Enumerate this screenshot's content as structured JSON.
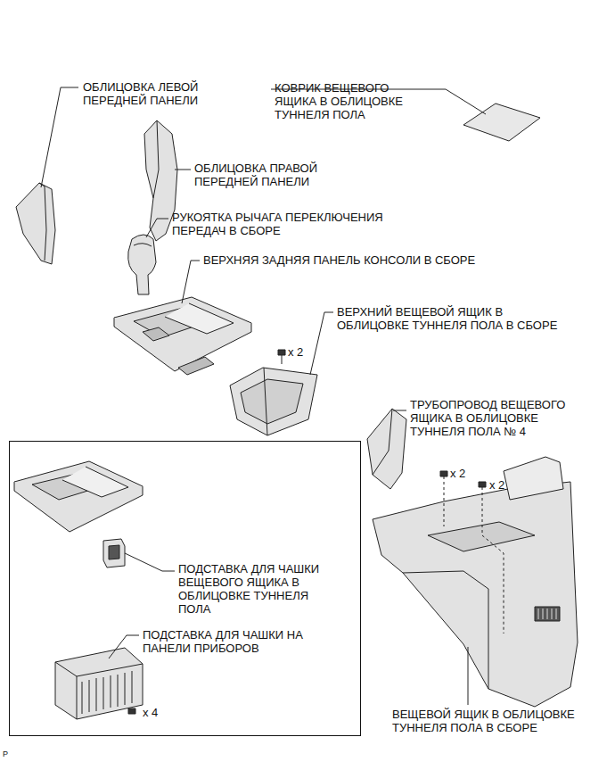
{
  "diagram": {
    "nodes": [
      {
        "text": [
          "ПОДСТАВКА ДЛЯ ЧАШКИ ВЕЩЕВОГО ЯЩИКА В ОБЛИЦОВКЕ ТУННЕЛЯ ПОЛА",
          "ПОДСТАВКА ДЛЯ ЧАШКИ НА ПАНЕЛИ ПРИБОРОВ",
          "x 4"
        ]
      }
    ],
    "labels": [
      "ОБЛИЦОВКА ЛЕВОЙ ПЕРЕДНЕЙ ПАНЕЛИ",
      "КОВРИК ВЕЩЕВОГО ЯЩИКА В ОБЛИЦОВКЕ ТУННЕЛЯ ПОЛА",
      "ОБЛИЦОВКА ПРАВОЙ ПЕРЕДНЕЙ ПАНЕЛИ",
      "РУКОЯТКА РЫЧАГА ПЕРЕКЛЮЧЕНИЯ ПЕРЕДАЧ В СБОРЕ",
      "ВЕРХНЯЯ ЗАДНЯЯ ПАНЕЛЬ КОНСОЛИ В СБОРЕ",
      "ВЕРХНИЙ ВЕЩЕВОЙ ЯЩИК В ОБЛИЦОВКЕ ТУННЕЛЯ ПОЛА В СБОРЕ",
      "x 2",
      "ТРУБОПРОВОД ВЕЩЕВОГО ЯЩИКА В ОБЛИЦОВКЕ ТУННЕЛЯ ПОЛА № 4",
      "x 2",
      "x 2",
      "ВЕЩЕВОЙ ЯЩИК В ОБЛИЦОВКЕ ТУННЕЛЯ ПОЛА В СБОРЕ",
      "P"
    ]
  }
}
